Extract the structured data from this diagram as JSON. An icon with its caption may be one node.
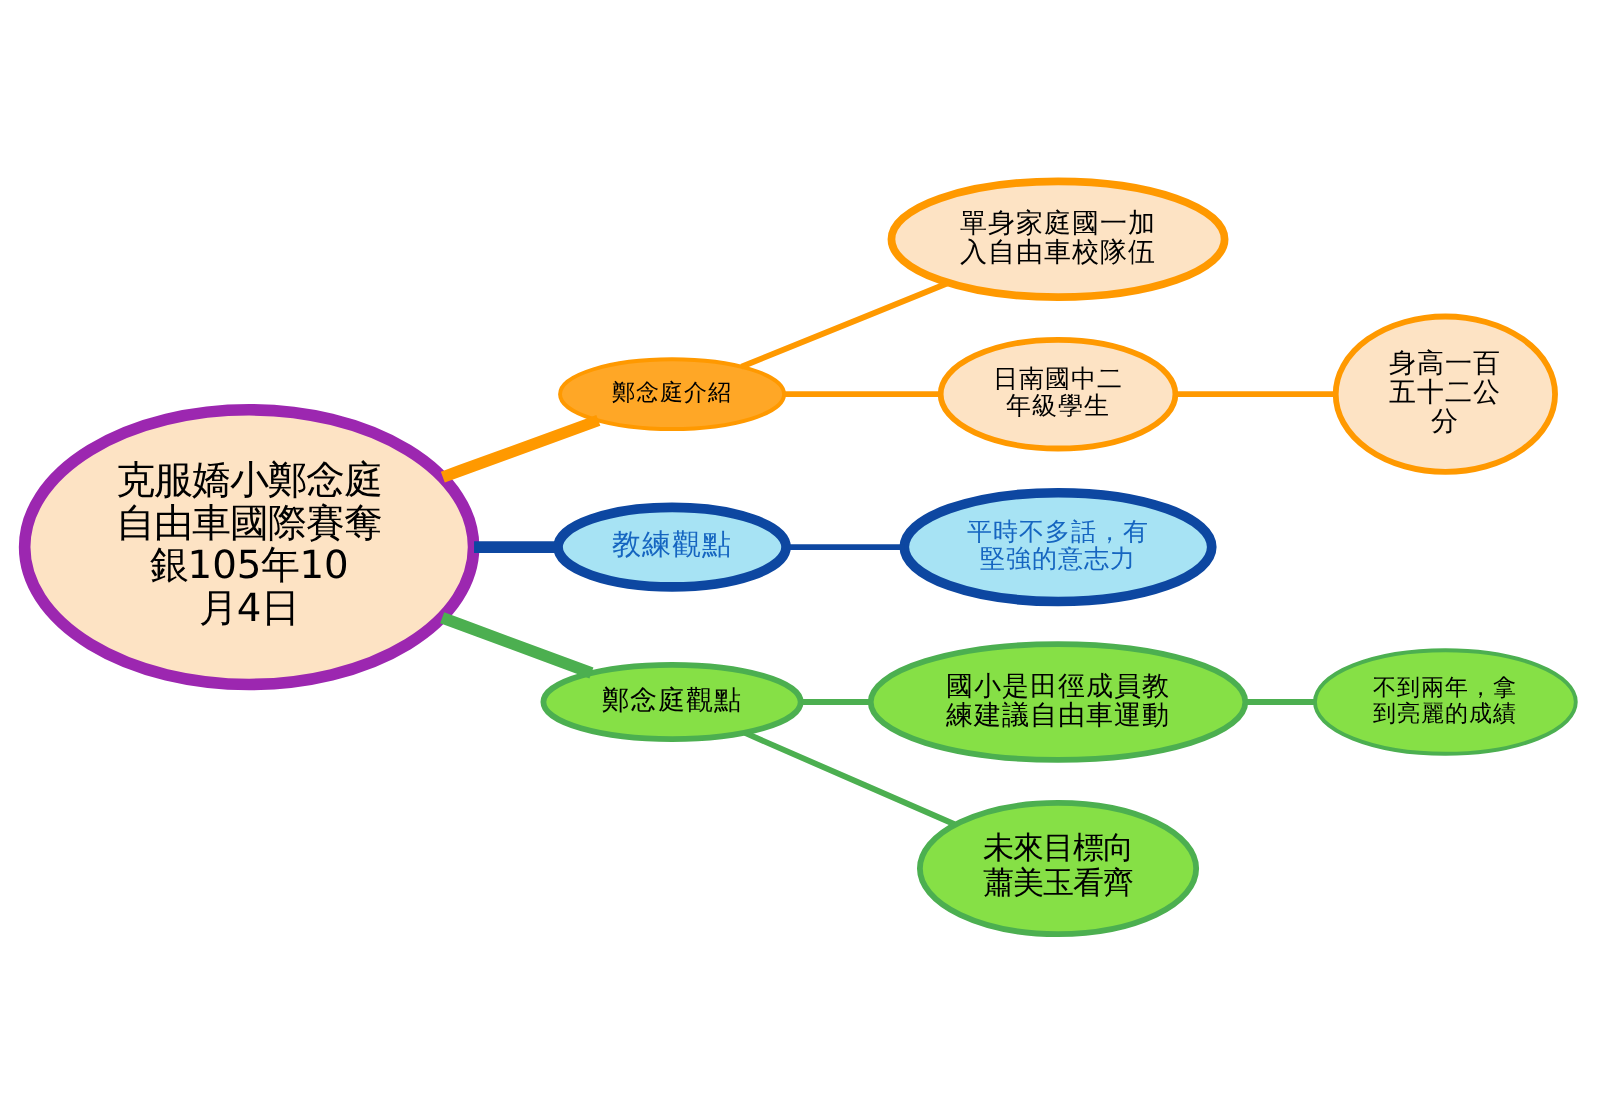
{
  "diagram": {
    "nodes": [
      {
        "text": [
          "克服嬌小鄭念庭自由車國際賽奪銀105年10月4日"
        ]
      },
      {
        "text": [
          "鄭念庭介紹"
        ]
      },
      {
        "text": [
          "單身家庭國一加入自由車校隊伍"
        ]
      },
      {
        "text": [
          "日南國中二年級學生"
        ]
      },
      {
        "text": [
          "身高一百五十二公分"
        ]
      },
      {
        "text": [
          "教練觀點"
        ]
      },
      {
        "text": [
          "平時不多話，有堅強的意志力"
        ]
      },
      {
        "text": [
          "鄭念庭觀點"
        ]
      },
      {
        "text": [
          "國小是田徑成員教練建議自由車運動"
        ]
      },
      {
        "text": [
          "不到兩年，拿到亮麗的成績"
        ]
      },
      {
        "text": [
          "未來目標向蕭美玉看齊"
        ]
      }
    ],
    "edges": [
      {
        "from": 0,
        "to": 1,
        "arrow": "none",
        "style": "thick",
        "color": "#ff9900"
      },
      {
        "from": 1,
        "to": 2,
        "arrow": "none",
        "color": "#ff9900"
      },
      {
        "from": 1,
        "to": 3,
        "arrow": "none",
        "color": "#ff9900"
      },
      {
        "from": 3,
        "to": 4,
        "arrow": "none",
        "color": "#ff9900"
      },
      {
        "from": 0,
        "to": 5,
        "arrow": "none",
        "style": "thick",
        "color": "#0d47a1"
      },
      {
        "from": 5,
        "to": 6,
        "arrow": "none",
        "color": "#0d47a1"
      },
      {
        "from": 0,
        "to": 7,
        "arrow": "none",
        "style": "thick",
        "color": "#4caf50"
      },
      {
        "from": 7,
        "to": 8,
        "arrow": "none",
        "color": "#4caf50"
      },
      {
        "from": 8,
        "to": 9,
        "arrow": "none",
        "color": "#4caf50"
      },
      {
        "from": 7,
        "to": 10,
        "arrow": "none",
        "color": "#4caf50"
      }
    ]
  }
}
